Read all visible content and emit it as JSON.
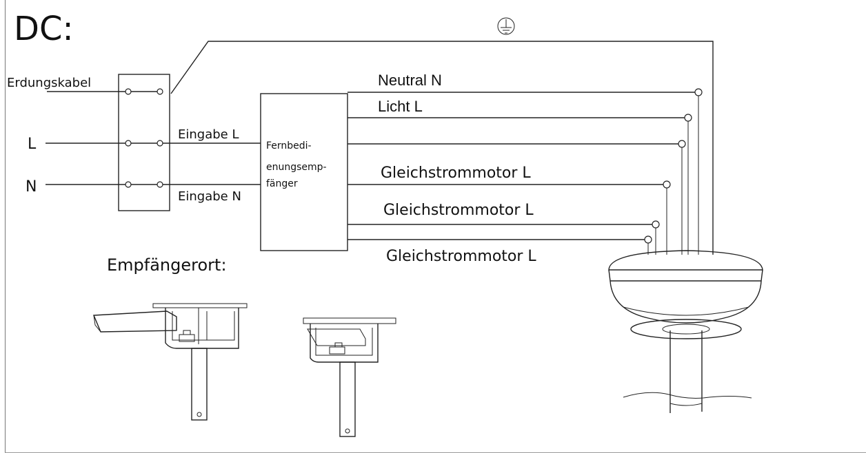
{
  "title": "DC:",
  "ground_symbol": "ground-symbol",
  "inputs": {
    "ground_cable": "Erdungskabel",
    "line": "L",
    "neutral": "N"
  },
  "connections": {
    "input_l": "Eingabe L",
    "input_n": "Eingabe N"
  },
  "receiver": {
    "line1": "Fernbedi-",
    "line2": "enungsemp-",
    "line3": "fänger"
  },
  "outputs": {
    "neutral": "Neutral N",
    "light": "Licht L",
    "motor1": "Gleichstrommotor L",
    "motor2": "Gleichstrommotor L",
    "motor3": "Gleichstrommotor L"
  },
  "receiver_location_label": "Empfängerort:"
}
